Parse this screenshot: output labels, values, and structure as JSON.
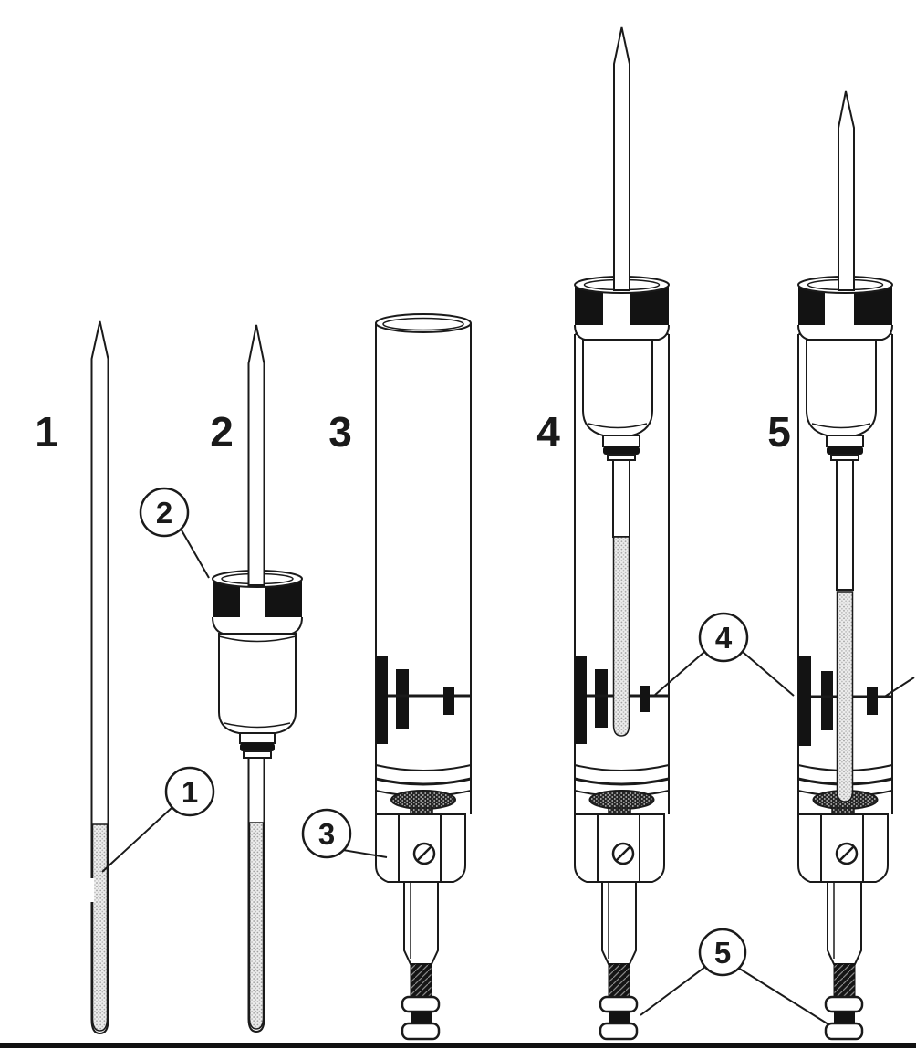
{
  "figures": [
    {
      "label": "1",
      "depicts": "bare coated fiber"
    },
    {
      "label": "2",
      "depicts": "fiber assembly with septum-piercing needle and black hub cap"
    },
    {
      "label": "3",
      "depicts": "holder barrel with depth-gauge markings, knurled seal and set-screw hub"
    },
    {
      "label": "4",
      "depicts": "fiber assembly installed in holder, sheath retracted above seal"
    },
    {
      "label": "5",
      "depicts": "fiber assembly installed in holder, sheath pushed down to seal"
    }
  ],
  "callouts": [
    {
      "label": "1",
      "points_to": "coated section of fiber"
    },
    {
      "label": "2",
      "points_to": "black hub cap of fiber assembly"
    },
    {
      "label": "3",
      "points_to": "set-screw hub block of holder"
    },
    {
      "label": "4",
      "points_to": "depth-gauge window markings on barrels 4 and 5"
    },
    {
      "label": "5",
      "points_to": "threaded end fitting with washers on barrels 4 and 5"
    }
  ],
  "colors": {
    "background": "#ffffff",
    "line": "#1a1a1a",
    "solid_black": "#131313",
    "stipple_base": "#ededed",
    "stipple_dot": "#9c9c9c",
    "knurl_base": "#262626",
    "knurl_dot": "#c8c8c8"
  }
}
